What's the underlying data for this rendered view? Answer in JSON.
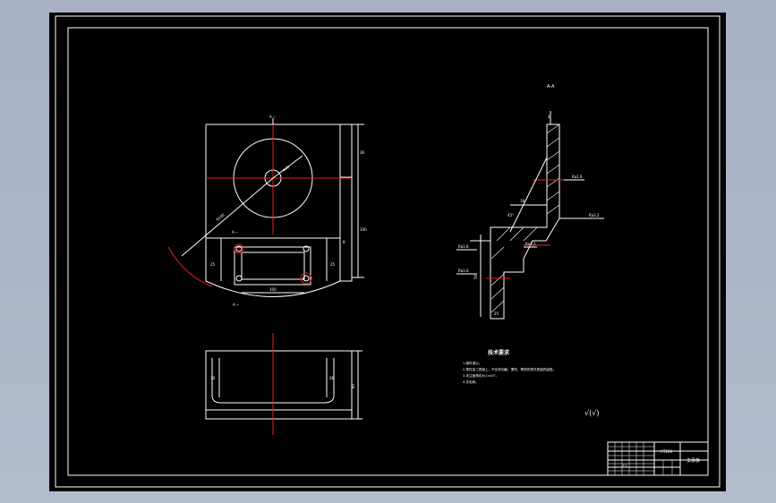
{
  "drawing": {
    "section_label": "A-A",
    "tech_req_title": "技术要求",
    "tech_req_lines": [
      "1.铸件退火。",
      "2.零件加工表面上，不应有划痕、擦伤、等损伤零件表面的缺陷。",
      "3.未注倒角均为1×45°。",
      "4.去毛刺。"
    ],
    "roughness_note": "√(√)",
    "dims": {
      "top_right_upper": "36",
      "top_right_lower": "100",
      "radius_label": "R100",
      "diameter_label": "Φ40",
      "plate_left": "25",
      "plate_right": "25",
      "plate_center": "8",
      "plate_bottom": "100",
      "front_left": "36",
      "front_right": "36",
      "front_height": "60",
      "sect_top": "4",
      "sect_mid": "18",
      "sect_left": "50",
      "sect_bottom": "25",
      "sect_angle": "45°"
    },
    "roughness": [
      "Ra1.6",
      "Ra3.2",
      "Ra1.6",
      "Ra1.6",
      "Ra3.2"
    ],
    "title_block": {
      "part_name": "支承板",
      "material": "HT200",
      "scale": "1:1"
    }
  }
}
